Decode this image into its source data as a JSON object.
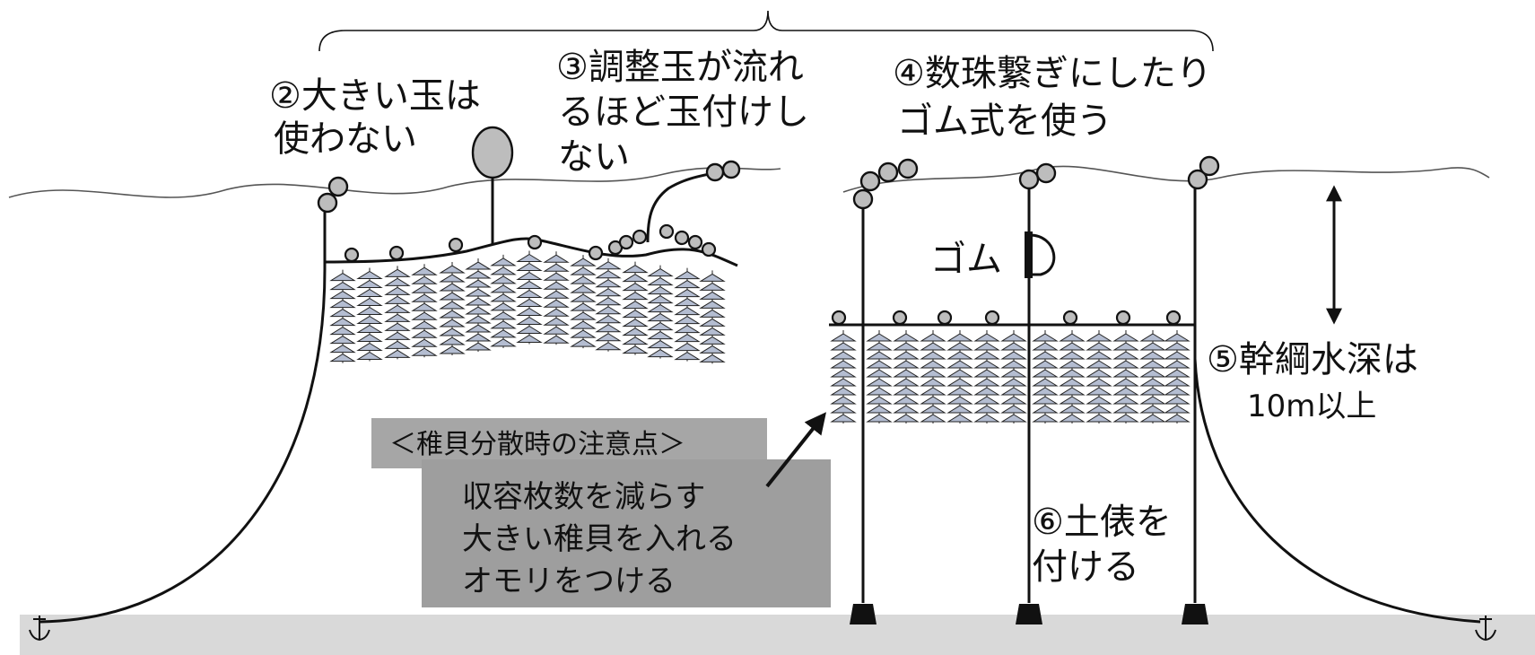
{
  "labels": {
    "note2": [
      "②大きい玉は",
      "使わない"
    ],
    "note3": [
      "③調整玉が流れ",
      "るほど玉付けし",
      "ない"
    ],
    "note4": [
      "④数珠繋ぎにしたり",
      "ゴム式を使う"
    ],
    "note5": [
      "⑤幹綱水深は",
      "10m以上"
    ],
    "note6": [
      "⑥土俵を",
      "付ける"
    ],
    "rubber": "ゴム"
  },
  "caution": {
    "title": "＜稚貝分散時の注意点＞",
    "items": [
      "収容枚数を減らす",
      "大きい稚貝を入れる",
      "オモリをつける"
    ]
  },
  "colors": {
    "seabed": "#d9d9d9",
    "caution_title_bg": "#a6a6a6",
    "caution_body_bg": "#9e9e9e",
    "float": "#bdbdbd",
    "basket": "#b4bdd1"
  },
  "icons": [
    "anchor-icon",
    "weight-block-icon",
    "float-ball-icon",
    "arrow-icon",
    "brace-icon"
  ]
}
